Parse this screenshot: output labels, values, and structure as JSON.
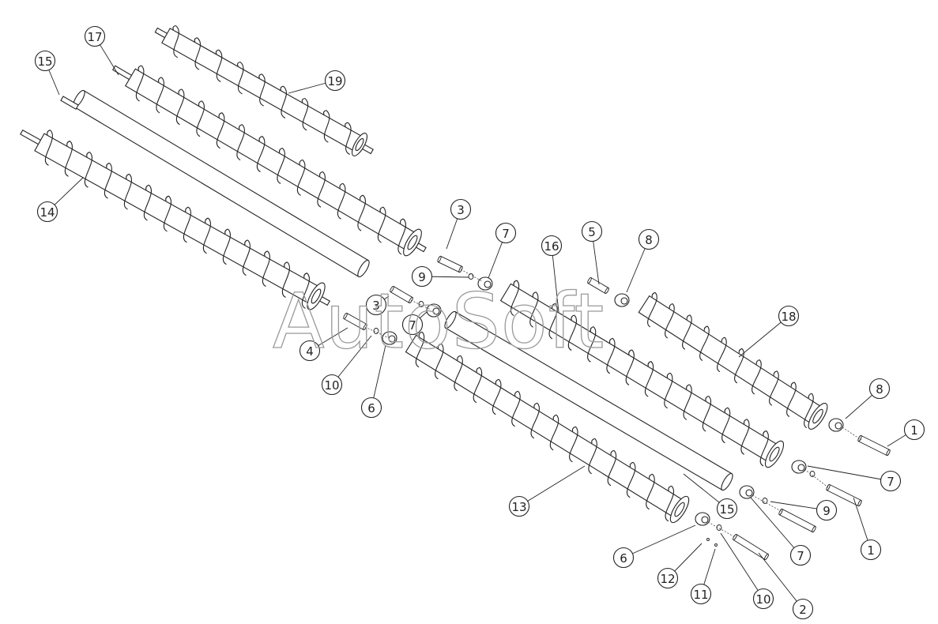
{
  "watermark": "AutoSoft",
  "callouts": [
    {
      "label": "17",
      "name": "callout-17-top"
    },
    {
      "label": "19",
      "name": "callout-19"
    },
    {
      "label": "15",
      "name": "callout-15-top"
    },
    {
      "label": "14",
      "name": "callout-14"
    },
    {
      "label": "3",
      "name": "callout-3-top"
    },
    {
      "label": "7",
      "name": "callout-7-top"
    },
    {
      "label": "16",
      "name": "callout-16"
    },
    {
      "label": "5",
      "name": "callout-5"
    },
    {
      "label": "8",
      "name": "callout-8-top"
    },
    {
      "label": "9",
      "name": "callout-9-top"
    },
    {
      "label": "3",
      "name": "callout-3-mid"
    },
    {
      "label": "7",
      "name": "callout-7-mid"
    },
    {
      "label": "18",
      "name": "callout-18"
    },
    {
      "label": "4",
      "name": "callout-4"
    },
    {
      "label": "10",
      "name": "callout-10-left"
    },
    {
      "label": "6",
      "name": "callout-6-left"
    },
    {
      "label": "8",
      "name": "callout-8-right"
    },
    {
      "label": "1",
      "name": "callout-1-right"
    },
    {
      "label": "7",
      "name": "callout-7-right"
    },
    {
      "label": "13",
      "name": "callout-13"
    },
    {
      "label": "15",
      "name": "callout-15-bottom"
    },
    {
      "label": "9",
      "name": "callout-9-bottom"
    },
    {
      "label": "1",
      "name": "callout-1-bottom"
    },
    {
      "label": "7",
      "name": "callout-7-bottom"
    },
    {
      "label": "6",
      "name": "callout-6-bottom"
    },
    {
      "label": "12",
      "name": "callout-12"
    },
    {
      "label": "11",
      "name": "callout-11"
    },
    {
      "label": "10",
      "name": "callout-10-bottom"
    },
    {
      "label": "2",
      "name": "callout-2"
    }
  ]
}
